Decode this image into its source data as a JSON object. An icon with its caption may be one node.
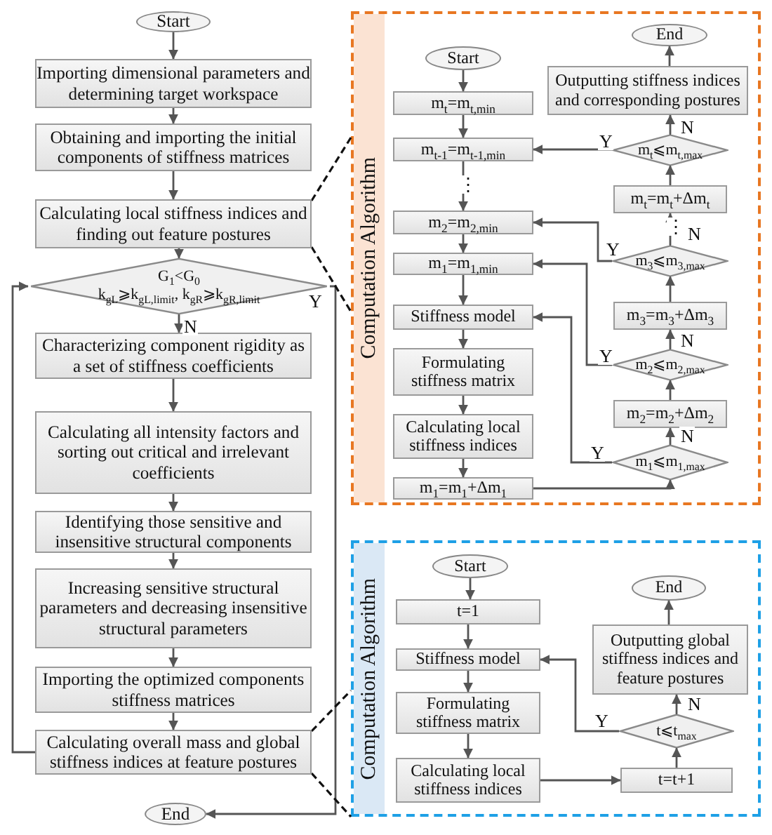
{
  "diagram": {
    "nodes": [
      {
        "text": [
          "Start"
        ]
      },
      {
        "text": [
          "Importing dimensional parameters and determining target workspace"
        ]
      },
      {
        "text": [
          "Obtaining and importing the initial components of stiffness matrices"
        ]
      },
      {
        "text": [
          "Calculating local stiffness indices and finding out feature postures"
        ]
      },
      {
        "text": [
          "G$_{1}$<G$_{0}$",
          "k$_{gL}$⩾k$_{gL,limit}$, k$_{gR}$⩾k$_{gR,limit}$"
        ]
      },
      {
        "text": [
          "Characterizing component rigidity as a set of stiffness coefficients"
        ]
      },
      {
        "text": [
          "Calculating all intensity factors and sorting out critical and irrelevant coefficients"
        ]
      },
      {
        "text": [
          "Identifying those sensitive and insensitive structural components"
        ]
      },
      {
        "text": [
          "Increasing sensitive structural parameters and decreasing insensitive structural parameters"
        ]
      },
      {
        "text": [
          "Importing the optimized components stiffness matrices"
        ]
      },
      {
        "text": [
          "Calculating overall mass and global stiffness indices at feature postures"
        ]
      },
      {
        "text": [
          "End"
        ]
      },
      {
        "text": [
          "Computation Algorithm"
        ]
      },
      {
        "text": [
          "Start"
        ],
        "in": 12
      },
      {
        "text": [
          "m$_{t}$=m$_{t,min}$"
        ],
        "in": 12
      },
      {
        "text": [
          "m$_{t-1}$=m$_{t-1,min}$"
        ],
        "in": 12
      },
      {
        "text": [
          "m$_{2}$=m$_{2,min}$"
        ],
        "in": 12
      },
      {
        "text": [
          "m$_{1}$=m$_{1,min}$"
        ],
        "in": 12
      },
      {
        "text": [
          "Stiffness model"
        ],
        "in": 12
      },
      {
        "text": [
          "Formulating stiffness matrix"
        ],
        "in": 12
      },
      {
        "text": [
          "Calculating local stiffness indices"
        ],
        "in": 12
      },
      {
        "text": [
          "m$_{1}$=m$_{1}$+Δm$_{1}$"
        ],
        "in": 12
      },
      {
        "text": [
          "m$_{1}$⩽m$_{1,max}$"
        ],
        "in": 12
      },
      {
        "text": [
          "m$_{2}$=m$_{2}$+Δm$_{2}$"
        ],
        "in": 12
      },
      {
        "text": [
          "m$_{2}$⩽m$_{2,max}$"
        ],
        "in": 12
      },
      {
        "text": [
          "m$_{3}$=m$_{3}$+Δm$_{3}$"
        ],
        "in": 12
      },
      {
        "text": [
          "m$_{3}$⩽m$_{3,max}$"
        ],
        "in": 12
      },
      {
        "text": [
          "m$_{t}$=m$_{t}$+Δm$_{t}$"
        ],
        "in": 12
      },
      {
        "text": [
          "m$_{t}$⩽m$_{t,max}$"
        ],
        "in": 12
      },
      {
        "text": [
          "Outputting stiffness indices and corresponding postures"
        ],
        "in": 12
      },
      {
        "text": [
          "End"
        ],
        "in": 12
      },
      {
        "text": [
          "Computation Algorithm"
        ]
      },
      {
        "text": [
          "Start"
        ],
        "in": 31
      },
      {
        "text": [
          "t=1"
        ],
        "in": 31
      },
      {
        "text": [
          "Stiffness model"
        ],
        "in": 31
      },
      {
        "text": [
          "Formulating stiffness matrix"
        ],
        "in": 31
      },
      {
        "text": [
          "Calculating local stiffness indices"
        ],
        "in": 31
      },
      {
        "text": [
          "t=t+1"
        ],
        "in": 31
      },
      {
        "text": [
          "t⩽t$_{max}$"
        ],
        "in": 31
      },
      {
        "text": [
          "Outputting global stiffness indices and feature postures"
        ],
        "in": 31
      },
      {
        "text": [
          "End"
        ],
        "in": 31
      }
    ],
    "edges": [
      {
        "from": 0,
        "to": 1,
        "arrow": "to"
      },
      {
        "from": 1,
        "to": 2,
        "arrow": "to"
      },
      {
        "from": 2,
        "to": 3,
        "arrow": "to"
      },
      {
        "from": 3,
        "to": 4,
        "arrow": "to"
      },
      {
        "from": 4,
        "to": 5,
        "arrow": "to",
        "label": "N"
      },
      {
        "from": 5,
        "to": 6,
        "arrow": "to"
      },
      {
        "from": 6,
        "to": 7,
        "arrow": "to"
      },
      {
        "from": 7,
        "to": 8,
        "arrow": "to"
      },
      {
        "from": 8,
        "to": 9,
        "arrow": "to"
      },
      {
        "from": 9,
        "to": 10,
        "arrow": "to"
      },
      {
        "from": 10,
        "to": 4,
        "arrow": "to"
      },
      {
        "from": 4,
        "to": 11,
        "arrow": "to",
        "label": "Y"
      },
      {
        "from": 3,
        "to": 12,
        "arrow": "none",
        "style": "dashed"
      },
      {
        "from": 13,
        "to": 14,
        "arrow": "to"
      },
      {
        "from": 14,
        "to": 15,
        "arrow": "to"
      },
      {
        "from": 15,
        "to": 16,
        "arrow": "to",
        "label": "⋮"
      },
      {
        "from": 16,
        "to": 17,
        "arrow": "to"
      },
      {
        "from": 17,
        "to": 18,
        "arrow": "to"
      },
      {
        "from": 18,
        "to": 19,
        "arrow": "to"
      },
      {
        "from": 19,
        "to": 20,
        "arrow": "to"
      },
      {
        "from": 20,
        "to": 21,
        "arrow": "to"
      },
      {
        "from": 21,
        "to": 22,
        "arrow": "to"
      },
      {
        "from": 22,
        "to": 18,
        "arrow": "to",
        "label": "Y"
      },
      {
        "from": 22,
        "to": 23,
        "arrow": "to",
        "label": "N"
      },
      {
        "from": 23,
        "to": 24,
        "arrow": "to"
      },
      {
        "from": 24,
        "to": 17,
        "arrow": "to",
        "label": "Y"
      },
      {
        "from": 24,
        "to": 25,
        "arrow": "to",
        "label": "N"
      },
      {
        "from": 25,
        "to": 26,
        "arrow": "to"
      },
      {
        "from": 26,
        "to": 16,
        "arrow": "to",
        "label": "Y"
      },
      {
        "from": 26,
        "to": 27,
        "arrow": "to",
        "label": "N"
      },
      {
        "from": 27,
        "to": 28,
        "arrow": "to"
      },
      {
        "from": 28,
        "to": 15,
        "arrow": "to",
        "label": "Y"
      },
      {
        "from": 28,
        "to": 29,
        "arrow": "to",
        "label": "N"
      },
      {
        "from": 29,
        "to": 30,
        "arrow": "to"
      },
      {
        "from": 10,
        "to": 31,
        "arrow": "none",
        "style": "dashed"
      },
      {
        "from": 32,
        "to": 33,
        "arrow": "to"
      },
      {
        "from": 33,
        "to": 34,
        "arrow": "to"
      },
      {
        "from": 34,
        "to": 35,
        "arrow": "to"
      },
      {
        "from": 35,
        "to": 36,
        "arrow": "to"
      },
      {
        "from": 36,
        "to": 37,
        "arrow": "to"
      },
      {
        "from": 37,
        "to": 38,
        "arrow": "to"
      },
      {
        "from": 38,
        "to": 34,
        "arrow": "to",
        "label": "Y"
      },
      {
        "from": 38,
        "to": 39,
        "arrow": "to",
        "label": "N"
      },
      {
        "from": 39,
        "to": 40,
        "arrow": "to"
      }
    ],
    "labels": [
      "⋮"
    ]
  }
}
